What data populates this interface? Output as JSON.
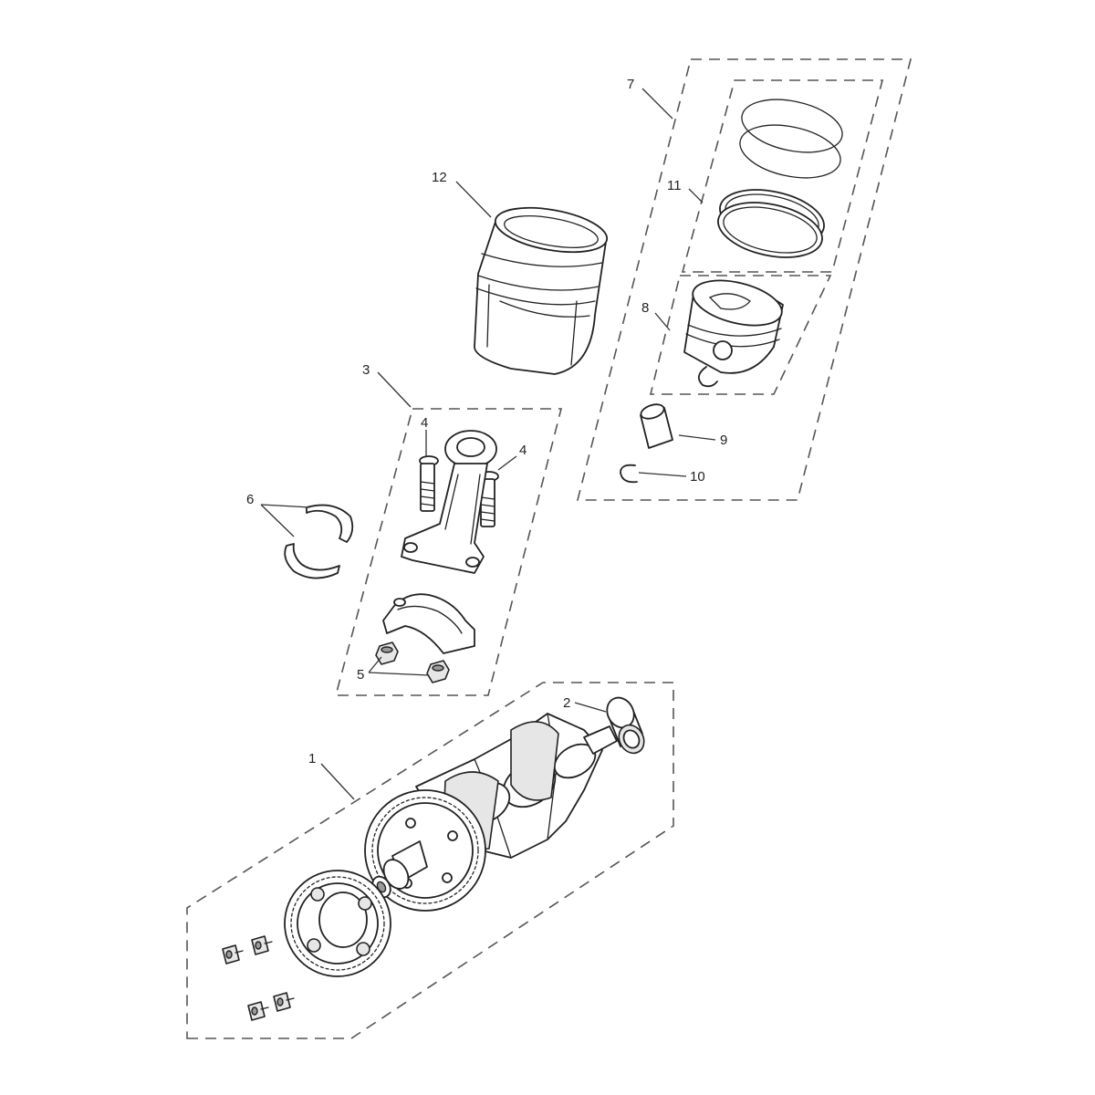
{
  "diagram": {
    "callouts": [
      {
        "id": "crankshaft",
        "label": "1"
      },
      {
        "id": "bearing",
        "label": "2"
      },
      {
        "id": "connecting-rod",
        "label": "3"
      },
      {
        "id": "conrod-bolt-left",
        "label": "4"
      },
      {
        "id": "conrod-bolt-right",
        "label": "4"
      },
      {
        "id": "nut",
        "label": "5"
      },
      {
        "id": "bearing-shell",
        "label": "6"
      },
      {
        "id": "piston-assembly",
        "label": "7"
      },
      {
        "id": "piston",
        "label": "8"
      },
      {
        "id": "gudgeon-pin",
        "label": "9"
      },
      {
        "id": "circlip",
        "label": "10"
      },
      {
        "id": "piston-rings",
        "label": "11"
      },
      {
        "id": "cylinder-liner",
        "label": "12"
      }
    ]
  }
}
